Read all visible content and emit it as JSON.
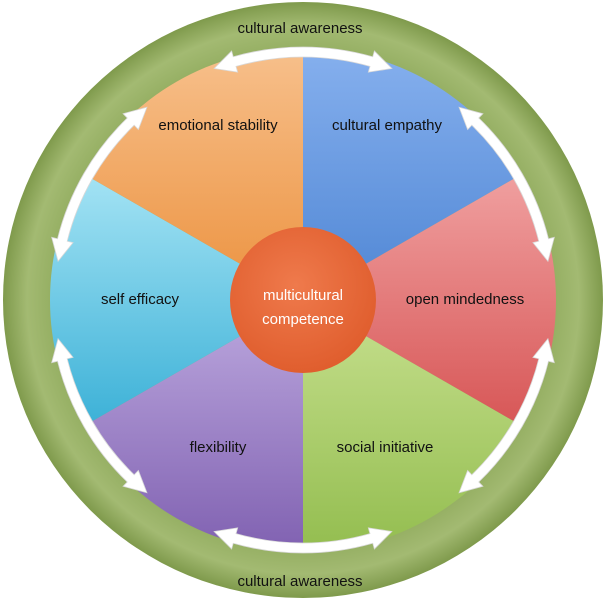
{
  "ring": {
    "top_label": "cultural awareness",
    "bottom_label": "cultural awareness"
  },
  "center": {
    "line1": "multicultural",
    "line2": "competence"
  },
  "segments": [
    {
      "label": "cultural empathy",
      "color": "#6f9ee3"
    },
    {
      "label": "open mindedness",
      "color": "#e37a7a"
    },
    {
      "label": "social initiative",
      "color": "#a8cc6a"
    },
    {
      "label": "flexibility",
      "color": "#9a82c4"
    },
    {
      "label": "self efficacy",
      "color": "#5cc3e4"
    },
    {
      "label": "emotional stability",
      "color": "#f1a35f"
    }
  ],
  "colors": {
    "ring": "#9db46c",
    "center": "#e8673a",
    "arrow": "#ffffff"
  }
}
